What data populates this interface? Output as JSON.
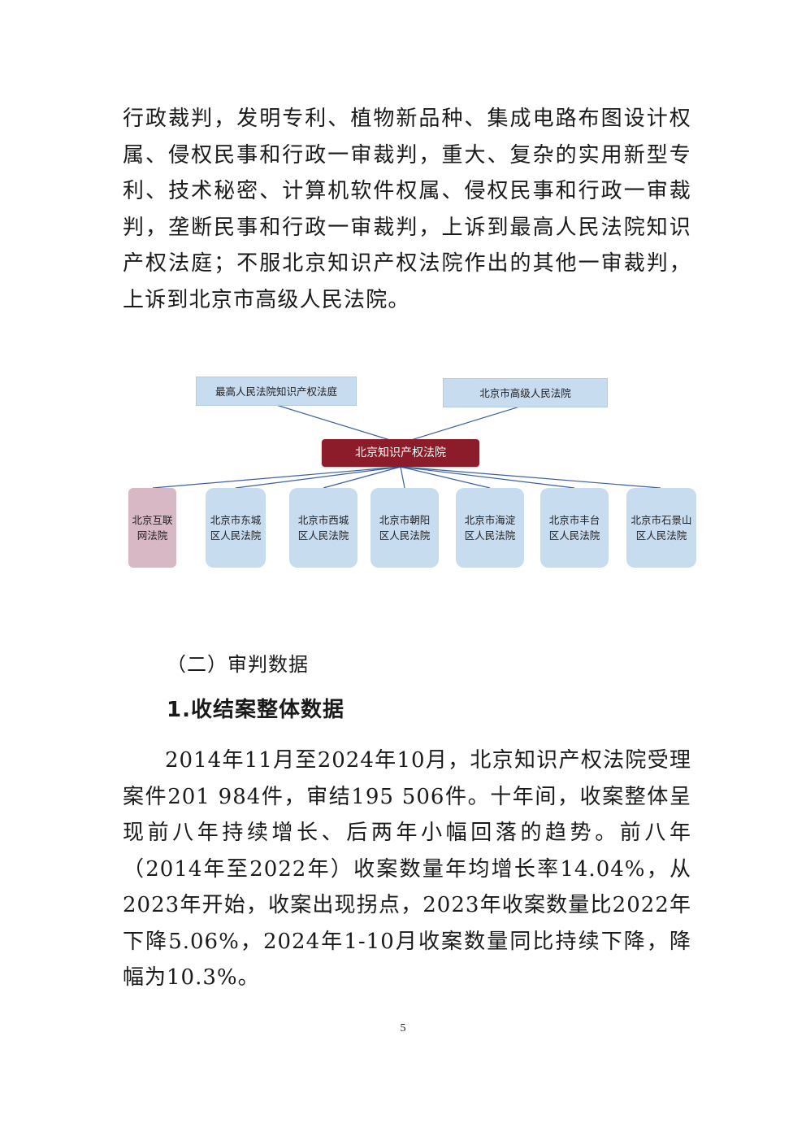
{
  "paragraph_1": "行政裁判，发明专利、植物新品种、集成电路布图设计权属、侵权民事和行政一审裁判，重大、复杂的实用新型专利、技术秘密、计算机软件权属、侵权民事和行政一审裁判，垄断民事和行政一审裁判，上诉到最高人民法院知识产权法庭；不服北京知识产权法院作出的其他一审裁判，上诉到北京市高级人民法院。",
  "diagram": {
    "top_left": "最高人民法院知识产权法庭",
    "top_right": "北京市高级人民法院",
    "center": "北京知识产权法院",
    "children": [
      {
        "line1": "北京互联",
        "line2": "网法院"
      },
      {
        "line1": "北京市东城",
        "line2": "区人民法院"
      },
      {
        "line1": "北京市西城",
        "line2": "区人民法院"
      },
      {
        "line1": "北京市朝阳",
        "line2": "区人民法院"
      },
      {
        "line1": "北京市海淀",
        "line2": "区人民法院"
      },
      {
        "line1": "北京市丰台",
        "line2": "区人民法院"
      },
      {
        "line1": "北京市石景山",
        "line2": "区人民法院"
      }
    ]
  },
  "section_title": "（二）审判数据",
  "subsection_title": "1.收结案整体数据",
  "paragraph_2": "2014年11月至2024年10月，北京知识产权法院受理案件201 984件，审结195 506件。十年间，收案整体呈现前八年持续增长、后两年小幅回落的趋势。前八年（2014年至2022年）收案数量年均增长率14.04%，从2023年开始，收案出现拐点，2023年收案数量比2022年下降5.06%，2024年1-10月收案数量同比持续下降，降幅为10.3%。",
  "page_number": "5",
  "colors": {
    "center_node": "#8c1c2a",
    "blue_node": "#c8dcef",
    "pink_node": "#d7b8c4",
    "connector": "#3b5fa8"
  }
}
